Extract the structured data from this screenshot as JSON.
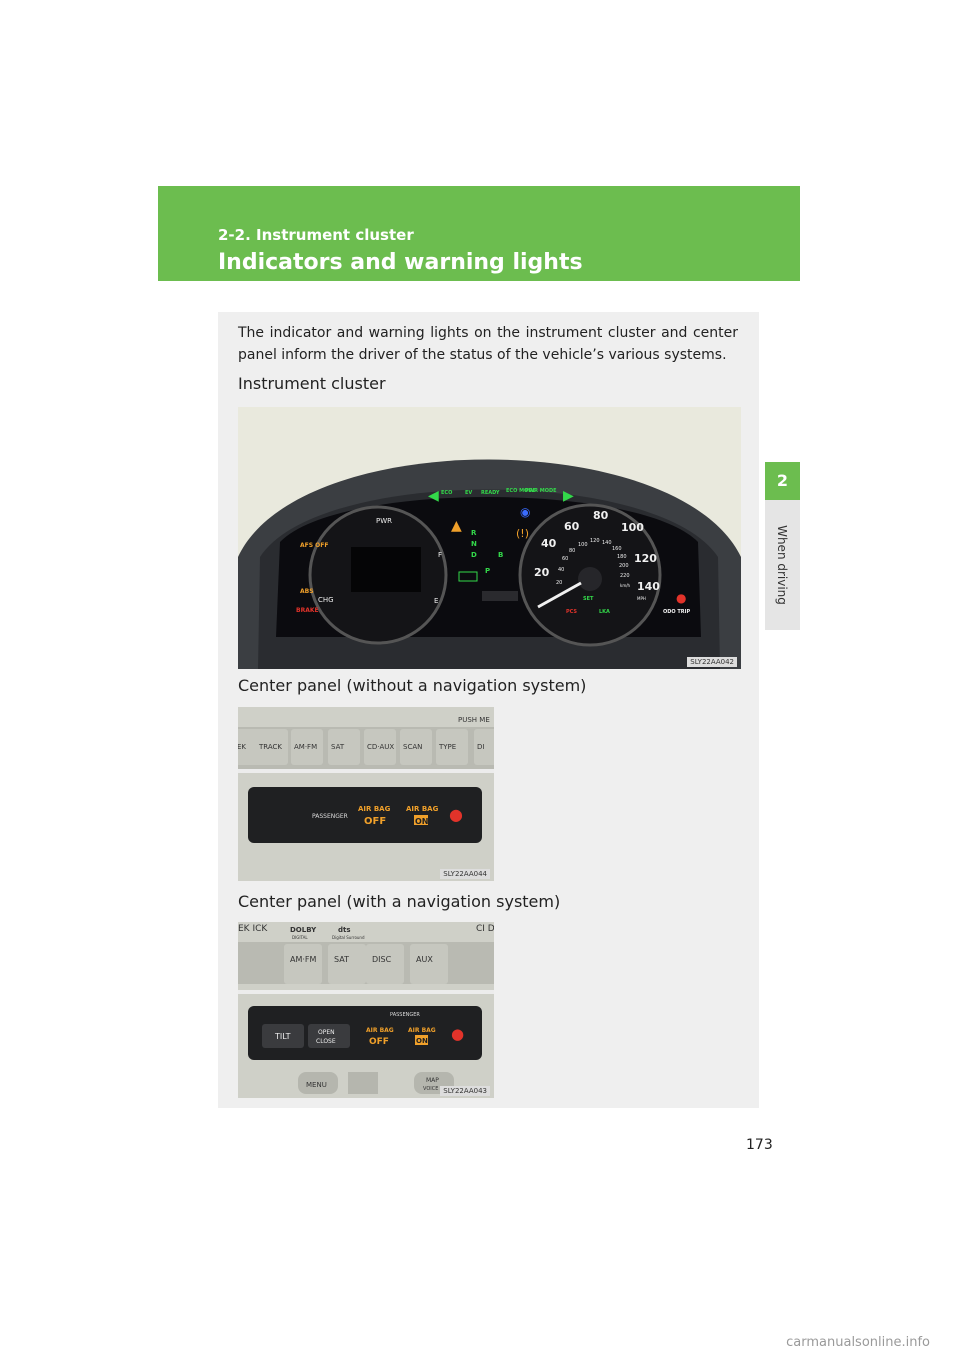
{
  "header": {
    "section": "2-2. Instrument cluster",
    "title": "Indicators and warning lights"
  },
  "side_tab": {
    "number": "2",
    "label": "When driving"
  },
  "intro": "The indicator and warning lights on the instrument cluster and center panel inform the driver of the status of the vehicle’s various systems.",
  "cluster": {
    "heading": "Instrument cluster",
    "image_code": "SLY22AA042",
    "left_lights": [
      "AFS OFF",
      "ABS",
      "BRAKE"
    ],
    "top_lights": [
      "ECO",
      "EV",
      "READY",
      "ECO MODE",
      "PWR MODE"
    ],
    "gauge_labels": [
      "PWR",
      "CHG",
      "F",
      "E"
    ],
    "gear_letters": [
      "R",
      "N",
      "D",
      "B",
      "P"
    ],
    "speed_mph": [
      "20",
      "40",
      "60",
      "80",
      "100",
      "120",
      "140"
    ],
    "speed_kmh": [
      "20",
      "40",
      "60",
      "80",
      "100",
      "120",
      "140",
      "160",
      "180",
      "200",
      "220"
    ],
    "speed_units": [
      "km/h",
      "MPH"
    ],
    "bottom_lights": [
      "SET",
      "PCS",
      "LKA",
      "ODO TRIP"
    ],
    "colors": {
      "green": "#33d84a",
      "red": "#e2332a",
      "amber": "#f0a02a",
      "blue": "#3a6cff",
      "dial": "#f0f0f0"
    }
  },
  "panel1": {
    "heading": "Center panel (without a navigation system)",
    "image_code": "SLY22AA044",
    "buttons": [
      "EK",
      "TRACK",
      "AM·FM",
      "SAT",
      "CD·AUX",
      "SCAN",
      "TYPE",
      "DI"
    ],
    "push": "PUSH ME",
    "passenger": "PASSENGER",
    "airbag_off_top": "AIR BAG",
    "airbag_off": "OFF",
    "airbag_on_top": "AIR BAG",
    "airbag_on": "ON"
  },
  "panel2": {
    "heading": "Center panel (with a navigation system)",
    "image_code": "SLY22AA043",
    "edge_left": "EK\nICK",
    "edge_right": "CI\nDIS",
    "dolby": "DOLBY",
    "dolby_sub": "DIGITAL",
    "dts": "dts",
    "dts_sub": "Digital Surround",
    "buttons": [
      "AM·FM",
      "SAT",
      "DISC",
      "AUX"
    ],
    "passenger": "PASSENGER",
    "tilt": "TILT",
    "open": "OPEN",
    "close": "CLOSE",
    "airbag_off_top": "AIR BAG",
    "airbag_off": "OFF",
    "airbag_on_top": "AIR BAG",
    "airbag_on": "ON",
    "menu": "MENU",
    "map": "MAP",
    "voice": "VOICE"
  },
  "page_number": "173",
  "watermark": "carmanualsonline.info"
}
